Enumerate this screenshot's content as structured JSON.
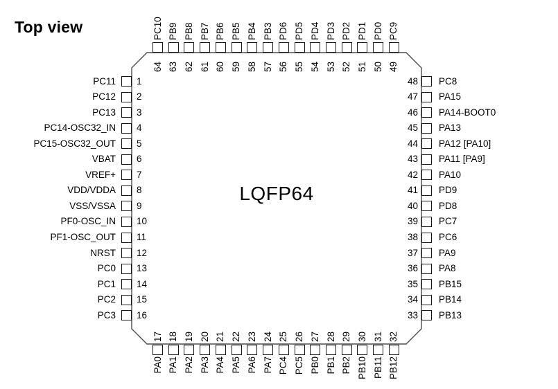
{
  "title": "Top view",
  "package": {
    "label": "LQFP64"
  },
  "colors": {
    "background": "#ffffff",
    "body_outline": "#4d4d4d",
    "pin_outline": "#161616",
    "text": "#000000"
  },
  "pins": {
    "left": [
      {
        "num": 1,
        "name": "PC11"
      },
      {
        "num": 2,
        "name": "PC12"
      },
      {
        "num": 3,
        "name": "PC13"
      },
      {
        "num": 4,
        "name": "PC14-OSC32_IN"
      },
      {
        "num": 5,
        "name": "PC15-OSC32_OUT"
      },
      {
        "num": 6,
        "name": "VBAT"
      },
      {
        "num": 7,
        "name": "VREF+"
      },
      {
        "num": 8,
        "name": "VDD/VDDA"
      },
      {
        "num": 9,
        "name": "VSS/VSSA"
      },
      {
        "num": 10,
        "name": "PF0-OSC_IN"
      },
      {
        "num": 11,
        "name": "PF1-OSC_OUT"
      },
      {
        "num": 12,
        "name": "NRST"
      },
      {
        "num": 13,
        "name": "PC0"
      },
      {
        "num": 14,
        "name": "PC1"
      },
      {
        "num": 15,
        "name": "PC2"
      },
      {
        "num": 16,
        "name": "PC3"
      }
    ],
    "top": [
      {
        "num": 64,
        "name": "PC10"
      },
      {
        "num": 63,
        "name": "PB9"
      },
      {
        "num": 62,
        "name": "PB8"
      },
      {
        "num": 61,
        "name": "PB7"
      },
      {
        "num": 60,
        "name": "PB6"
      },
      {
        "num": 59,
        "name": "PB5"
      },
      {
        "num": 58,
        "name": "PB4"
      },
      {
        "num": 57,
        "name": "PB3"
      },
      {
        "num": 56,
        "name": "PD6"
      },
      {
        "num": 55,
        "name": "PD5"
      },
      {
        "num": 54,
        "name": "PD4"
      },
      {
        "num": 53,
        "name": "PD3"
      },
      {
        "num": 52,
        "name": "PD2"
      },
      {
        "num": 51,
        "name": "PD1"
      },
      {
        "num": 50,
        "name": "PD0"
      },
      {
        "num": 49,
        "name": "PC9"
      }
    ],
    "right": [
      {
        "num": 48,
        "name": "PC8"
      },
      {
        "num": 47,
        "name": "PA15"
      },
      {
        "num": 46,
        "name": "PA14-BOOT0"
      },
      {
        "num": 45,
        "name": "PA13"
      },
      {
        "num": 44,
        "name": "PA12 [PA10]"
      },
      {
        "num": 43,
        "name": "PA11 [PA9]"
      },
      {
        "num": 42,
        "name": "PA10"
      },
      {
        "num": 41,
        "name": "PD9"
      },
      {
        "num": 40,
        "name": "PD8"
      },
      {
        "num": 39,
        "name": "PC7"
      },
      {
        "num": 38,
        "name": "PC6"
      },
      {
        "num": 37,
        "name": "PA9"
      },
      {
        "num": 36,
        "name": "PA8"
      },
      {
        "num": 35,
        "name": "PB15"
      },
      {
        "num": 34,
        "name": "PB14"
      },
      {
        "num": 33,
        "name": "PB13"
      }
    ],
    "bottom": [
      {
        "num": 17,
        "name": "PA0"
      },
      {
        "num": 18,
        "name": "PA1"
      },
      {
        "num": 19,
        "name": "PA2"
      },
      {
        "num": 20,
        "name": "PA3"
      },
      {
        "num": 21,
        "name": "PA4"
      },
      {
        "num": 22,
        "name": "PA5"
      },
      {
        "num": 23,
        "name": "PA6"
      },
      {
        "num": 24,
        "name": "PA7"
      },
      {
        "num": 25,
        "name": "PC4"
      },
      {
        "num": 26,
        "name": "PC5"
      },
      {
        "num": 27,
        "name": "PB0"
      },
      {
        "num": 28,
        "name": "PB1"
      },
      {
        "num": 29,
        "name": "PB2"
      },
      {
        "num": 30,
        "name": "PB10"
      },
      {
        "num": 31,
        "name": "PB11"
      },
      {
        "num": 32,
        "name": "PB12"
      }
    ]
  }
}
